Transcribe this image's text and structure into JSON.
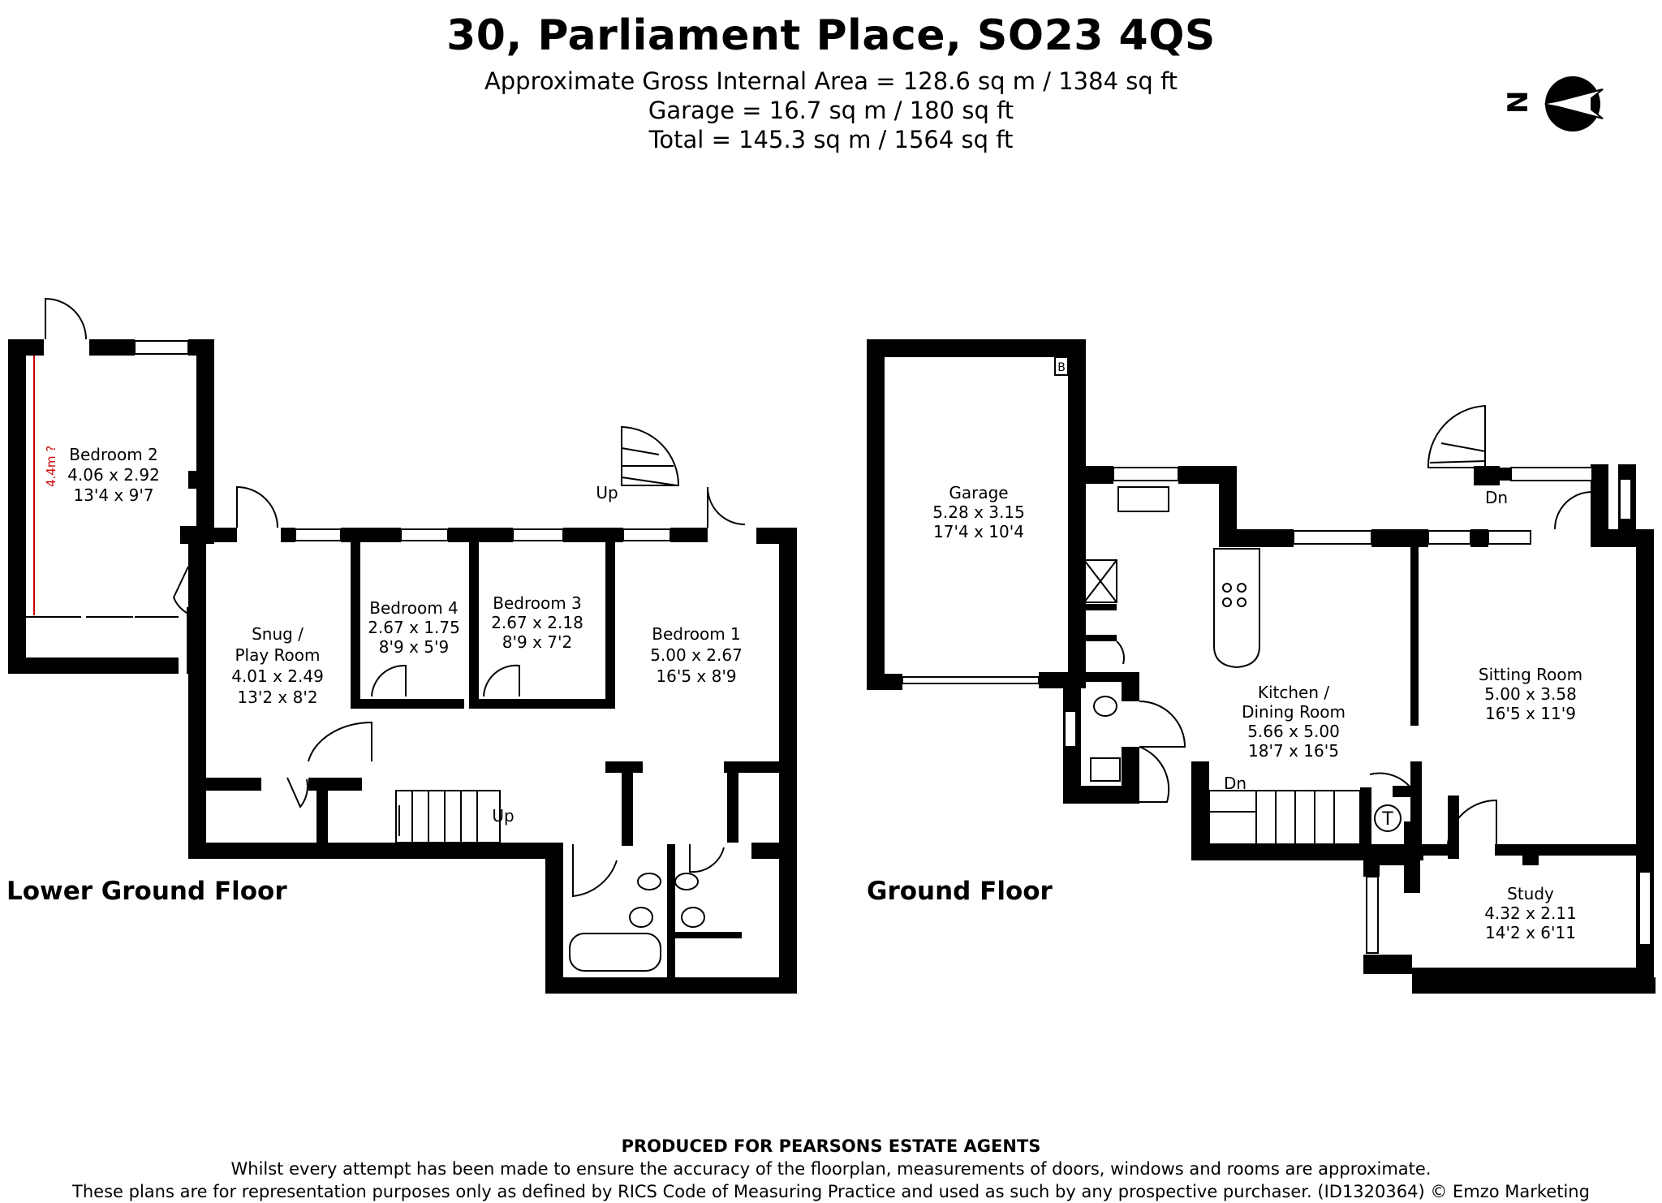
{
  "header": {
    "title": "30, Parliament Place, SO23 4QS",
    "area_lines": [
      "Approximate Gross Internal Area = 128.6 sq m / 1384 sq ft",
      "Garage = 16.7 sq m / 180 sq ft",
      "Total = 145.3 sq m / 1564 sq ft"
    ]
  },
  "compass": {
    "icon": "north-arrow-icon",
    "letter": "N"
  },
  "floors": {
    "lower": {
      "label": "Lower Ground Floor",
      "rooms": [
        {
          "name": "Bedroom 2",
          "metric": "4.06 x 2.92",
          "imperial": "13'4 x 9'7"
        },
        {
          "name": "Snug /",
          "name2": "Play Room",
          "metric": "4.01 x 2.49",
          "imperial": "13'2 x 8'2"
        },
        {
          "name": "Bedroom 4",
          "metric": "2.67 x 1.75",
          "imperial": "8'9 x 5'9"
        },
        {
          "name": "Bedroom 3",
          "metric": "2.67 x 2.18",
          "imperial": "8'9 x 7'2"
        },
        {
          "name": "Bedroom 1",
          "metric": "5.00 x 2.67",
          "imperial": "16'5 x 8'9"
        }
      ],
      "annotations": {
        "height": "4.4m ?",
        "up_spiral": "Up",
        "up_stairs": "Up"
      }
    },
    "ground": {
      "label": "Ground Floor",
      "rooms": [
        {
          "name": "Garage",
          "metric": "5.28 x 3.15",
          "imperial": "17'4 x 10'4"
        },
        {
          "name": "Kitchen /",
          "name2": "Dining Room",
          "metric": "5.66 x 5.00",
          "imperial": "18'7 x 16'5"
        },
        {
          "name": "Sitting Room",
          "metric": "5.00 x 3.58",
          "imperial": "16'5 x 11'9"
        },
        {
          "name": "Study",
          "metric": "4.32 x 2.11",
          "imperial": "14'2 x 6'11"
        }
      ],
      "annotations": {
        "boiler": "B",
        "tank": "T",
        "dn_spiral": "Dn",
        "dn_stairs": "Dn"
      }
    }
  },
  "footer": {
    "produced": "PRODUCED FOR PEARSONS ESTATE AGENTS",
    "disclaimer1": "Whilst every attempt has been made to ensure the accuracy of the floorplan, measurements of doors, windows and rooms are approximate.",
    "disclaimer2": "These plans are for representation purposes only as defined by RICS Code of Measuring Practice and used as such by any prospective purchaser. (ID1320364) © Emzo Marketing"
  },
  "colors": {
    "wall": "#000000",
    "annotation": "#cc0000",
    "background": "#ffffff"
  }
}
